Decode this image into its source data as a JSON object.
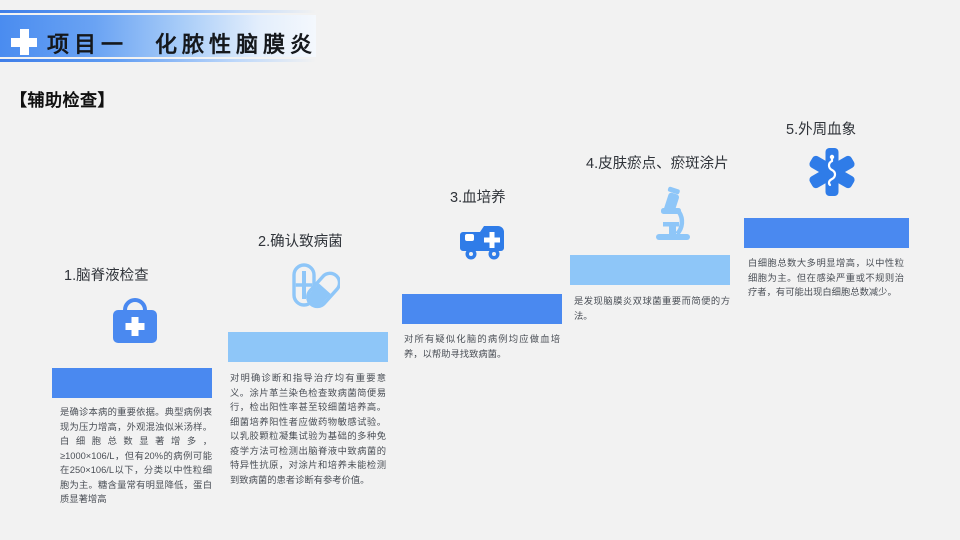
{
  "banner": {
    "title": "项目一　化脓性脑膜炎",
    "icon": "medical-cross-icon",
    "color_start": "#4a8cf0",
    "color_end": "#f4f8fd"
  },
  "section": {
    "heading": "【辅助检查】"
  },
  "colors": {
    "accent_dark": "#4a89f0",
    "accent_light": "#8ec6f8",
    "background": "#f2f2f2",
    "body_text": "#4a4f56",
    "title_text": "#30343a"
  },
  "steps": [
    {
      "index": "1",
      "title": "1.脑脊液检查",
      "icon": "first-aid-kit-icon",
      "bar_color": "#4a89f0",
      "body": "是确诊本病的重要依据。典型病例表现为压力增高，外观混浊似米汤样。白细胞总数显著增多，≥1000×106/L，但有20%的病例可能在250×106/L以下，分类以中性粒细胞为主。糖含量常有明显降低，蛋白质显著增高"
    },
    {
      "index": "2",
      "title": "2.确认致病菌",
      "icon": "capsule-pills-icon",
      "bar_color": "#8ec6f8",
      "body": "对明确诊断和指导治疗均有重要意义。涂片革兰染色检查致病菌简便易行，检出阳性率甚至较细菌培养高。细菌培养阳性者应做药物敏感试验。以乳胶颗粒凝集试验为基础的多种免疫学方法可检测出脑脊液中致病菌的特异性抗原，对涂片和培养未能检测到致病菌的患者诊断有参考价值。"
    },
    {
      "index": "3",
      "title": "3.血培养",
      "icon": "ambulance-icon",
      "bar_color": "#4a89f0",
      "body": "对所有疑似化脑的病例均应做血培养，以帮助寻找致病菌。"
    },
    {
      "index": "4",
      "title": "4.皮肤瘀点、瘀斑涂片",
      "icon": "microscope-icon",
      "bar_color": "#8ec6f8",
      "body": "是发现脑膜炎双球菌重要而简便的方法。"
    },
    {
      "index": "5",
      "title": "5.外周血象",
      "icon": "star-of-life-icon",
      "bar_color": "#4a89f0",
      "body": "白细胞总数大多明显增高，以中性粒细胞为主。但在感染严重或不规则治疗者，有可能出现白细胞总数减少。"
    }
  ]
}
